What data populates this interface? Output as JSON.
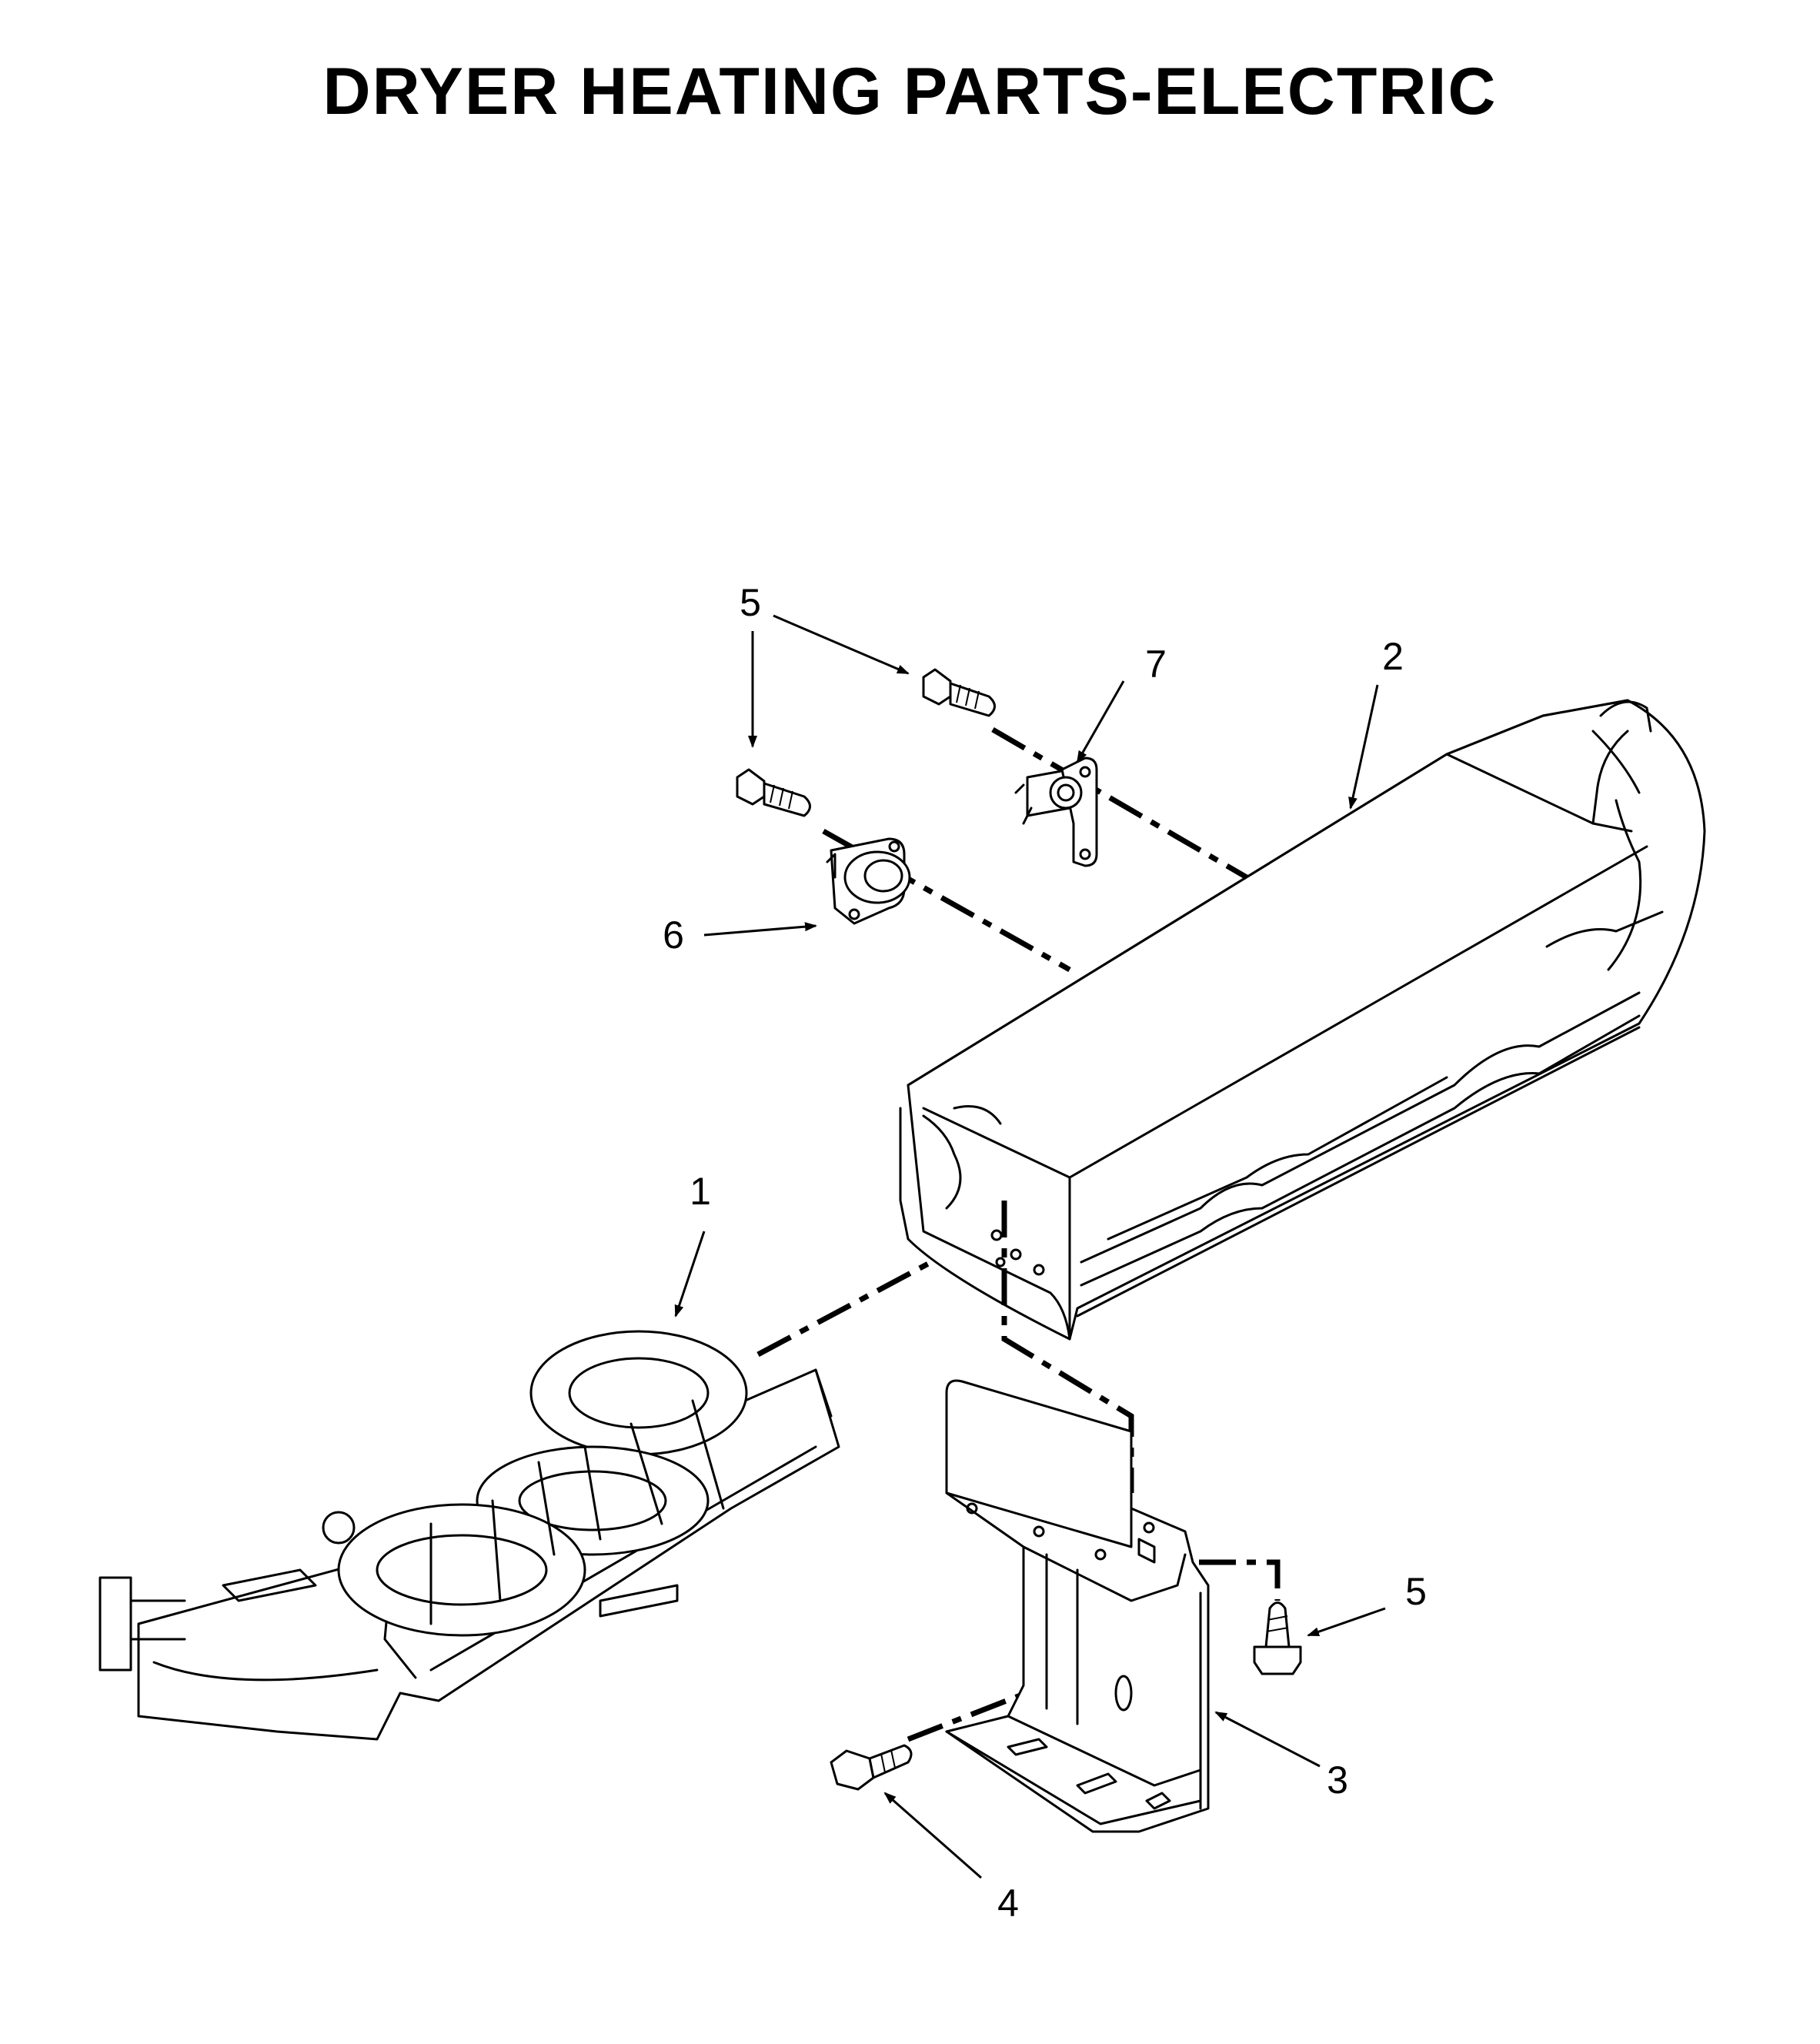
{
  "title": "DRYER HEATING PARTS-ELECTRIC",
  "callouts": {
    "heating_element": "1",
    "heater_housing": "2",
    "mounting_bracket": "3",
    "bracket_screw": "4",
    "thermostat_screw_upper": "5",
    "thermostat_screw_lower": "5",
    "bracket_side_screw": "5",
    "thermal_fuse": "6",
    "thermal_cutoff": "7"
  },
  "icons": {
    "heating_element": "heating-coil-icon",
    "heater_housing": "heater-housing-icon",
    "mounting_bracket": "bracket-icon",
    "screw": "screw-icon",
    "thermostat": "thermostat-icon"
  }
}
